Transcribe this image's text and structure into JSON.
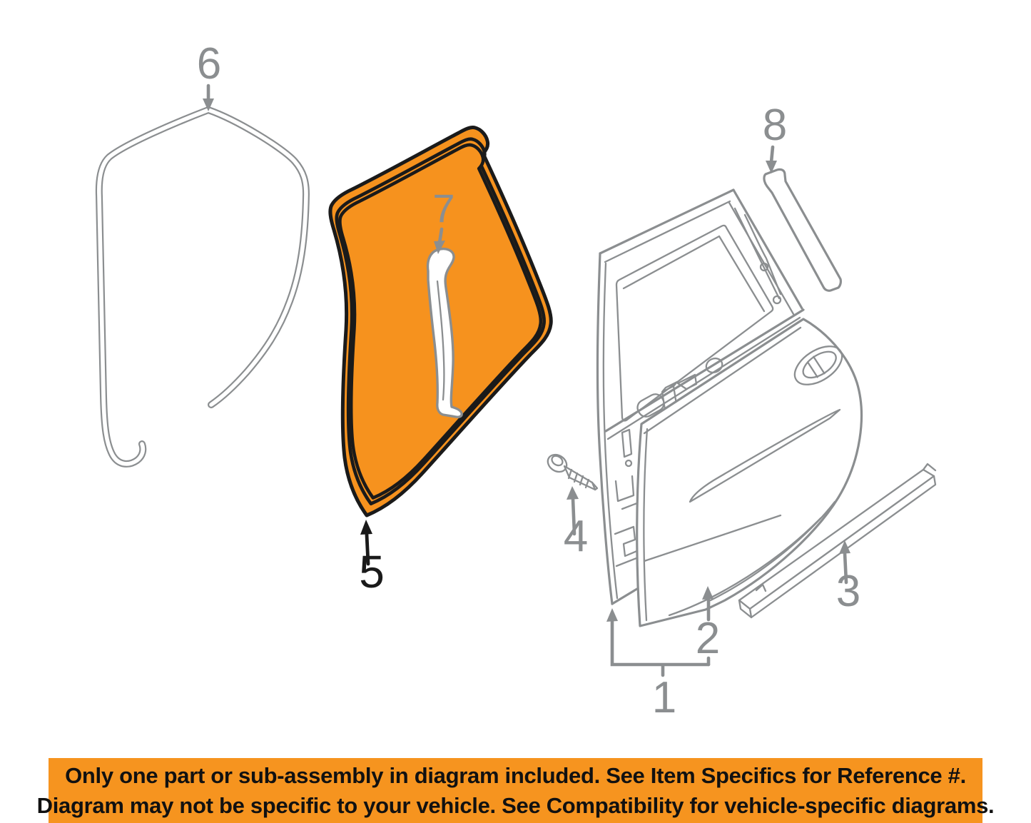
{
  "banner": {
    "line1": "Only one part or sub-assembly in diagram included. See Item Specifics for Reference #.",
    "line2": "Diagram may not be specific to your vehicle. See Compatibility for vehicle-specific diagrams."
  },
  "diagram": {
    "labels": {
      "1": "1",
      "2": "2",
      "3": "3",
      "4": "4",
      "5": "5",
      "6": "6",
      "7": "7",
      "8": "8"
    },
    "highlighted_part": "5"
  },
  "colors": {
    "highlight": "#F6921E",
    "banner": "#F6941F",
    "gray": "#8B8E90",
    "black": "#1A1A1A",
    "background": "#FFFFFF"
  }
}
